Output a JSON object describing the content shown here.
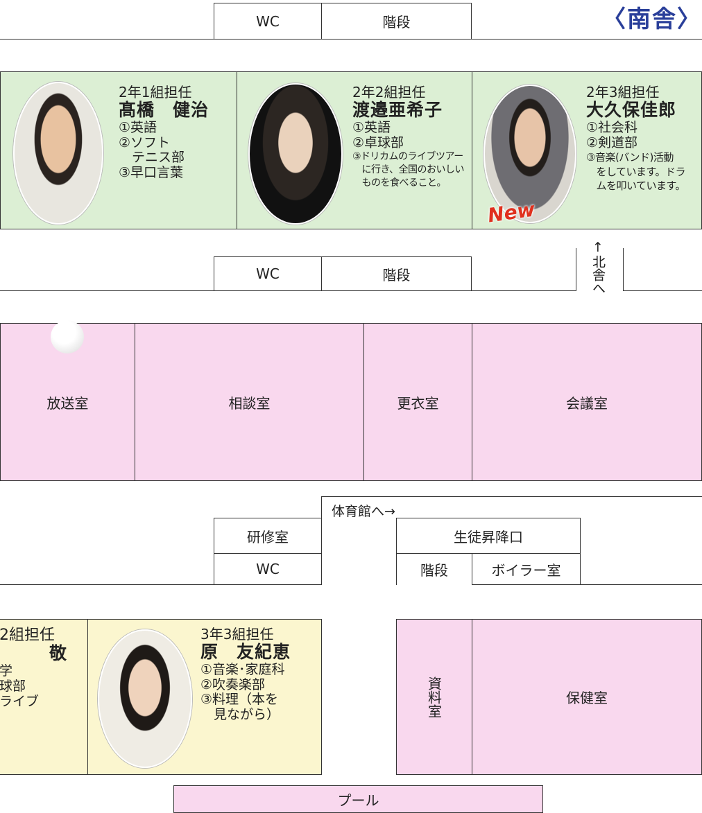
{
  "building_label": "〈南舎〉",
  "top_row": {
    "wc": "WC",
    "stairs": "階段"
  },
  "second_row": {
    "wc": "WC",
    "stairs": "階段",
    "north_arrow": "↑北舎へ"
  },
  "teachers_top": [
    {
      "class_label": "2年1組担任",
      "name": "髙橋　健治",
      "items": [
        "①英語",
        "②ソフト",
        "　テニス部",
        "③早口言葉"
      ],
      "new_badge": ""
    },
    {
      "class_label": "2年2組担任",
      "name": "渡邉亜希子",
      "items": [
        "①英語",
        "②卓球部"
      ],
      "items_small": [
        "③ドリカムのライブツアー",
        "　に行き、全国のおいしい",
        "　ものを食べること。"
      ],
      "new_badge": ""
    },
    {
      "class_label": "2年3組担任",
      "name": "大久保佳郎",
      "items": [
        "①社会科",
        "②剣道部"
      ],
      "items_small": [
        "③音楽(バンド)活動",
        "　をしています。ドラ",
        "　ムを叩いています。"
      ],
      "new_badge": "New"
    }
  ],
  "rooms_mid": [
    "放送室",
    "相談室",
    "更衣室",
    "会議室"
  ],
  "gym_arrow": "体育館へ→",
  "lower_block": {
    "training": "研修室",
    "wc": "WC",
    "entrance": "生徒昇降口",
    "stairs": "階段",
    "boiler": "ボイラー室"
  },
  "teachers_bottom": [
    {
      "class_label": "2組担任",
      "name": "敬",
      "items": [
        "学",
        "球部",
        "ライブ"
      ]
    },
    {
      "class_label": "3年3組担任",
      "name": "原　友紀恵",
      "items": [
        "①音楽･家庭科",
        "②吹奏楽部",
        "③料理（本を",
        "　見ながら）"
      ]
    }
  ],
  "rooms_bottom": {
    "materials": "資料室",
    "health": "保健室"
  },
  "pool": "プール",
  "colors": {
    "green_room": "#dcefd4",
    "pink_room": "#f9d8ee",
    "yellow_room": "#fbf6cf",
    "header_blue": "#2a3f9a",
    "new_red": "#e0301e"
  }
}
